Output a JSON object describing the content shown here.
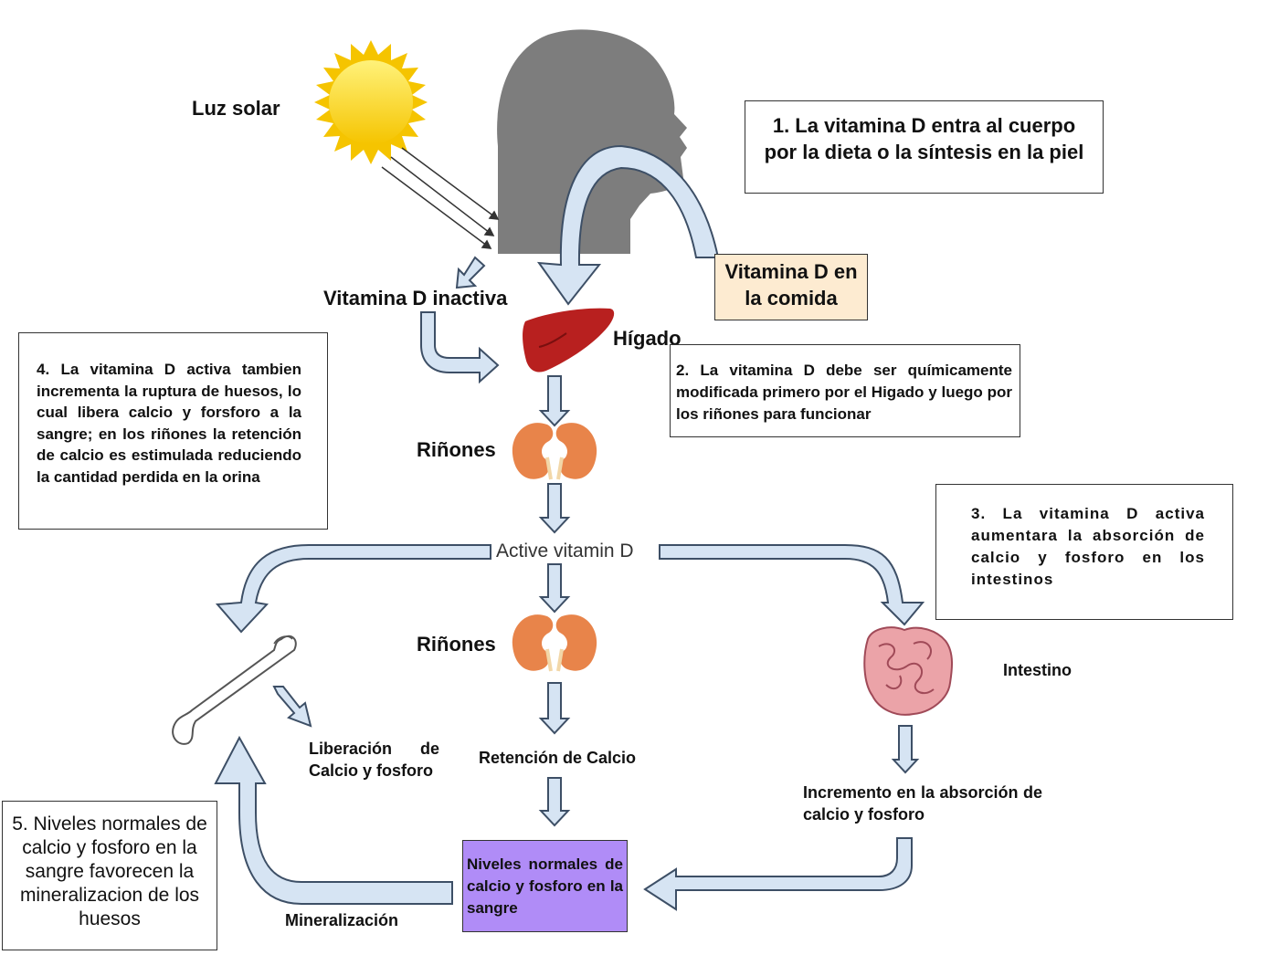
{
  "labels": {
    "sunlight": "Luz solar",
    "inactive_vitd": "Vitamina D inactiva",
    "liver": "Hígado",
    "kidneys_top": "Riñones",
    "active_vitd": "Active vitamin D",
    "kidneys_bottom": "Riñones",
    "calcium_retention": "Retención de Calcio",
    "intestine": "Intestino",
    "release_calcium": "Liberación de Calcio y fosforo",
    "absorption_increase": "Incremento en la absorción de calcio y fosforo",
    "mineralization": "Mineralización"
  },
  "boxes": {
    "step1": "1. La vitamina D entra al cuerpo por la dieta o la síntesis en la piel",
    "food_vitd": "Vitamina D en la comida",
    "step2": "2. La vitamina D debe ser químicamente modificada primero por el Higado y luego por los riñones para funcionar",
    "step3": "3. La vitamina D activa aumentara la absorción de calcio y fosforo en los intestinos",
    "step4": "4. La vitamina D activa tambien incrementa la ruptura de huesos, lo cual libera calcio y forsforo a la sangre; en los riñones la retención de calcio es estimulada reduciendo la cantidad perdida en la orina",
    "step5": "5. Niveles normales de calcio y fosforo en la sangre favorecen la mineralizacion de los huesos",
    "blood_levels": "Niveles normales de calcio y fosforo en la sangre"
  },
  "colors": {
    "arrow_fill": "#d6e4f3",
    "arrow_stroke": "#3d4f66",
    "silhouette": "#7d7d7d",
    "sun": "#f7d21a",
    "liver": "#b8201f",
    "kidney": "#e8844a",
    "food_box": "#fdebd1",
    "blood_box": "#b08cf7"
  },
  "icons": [
    "sun-icon",
    "person-silhouette-icon",
    "liver-icon",
    "kidneys-icon",
    "intestine-icon",
    "bone-icon"
  ]
}
